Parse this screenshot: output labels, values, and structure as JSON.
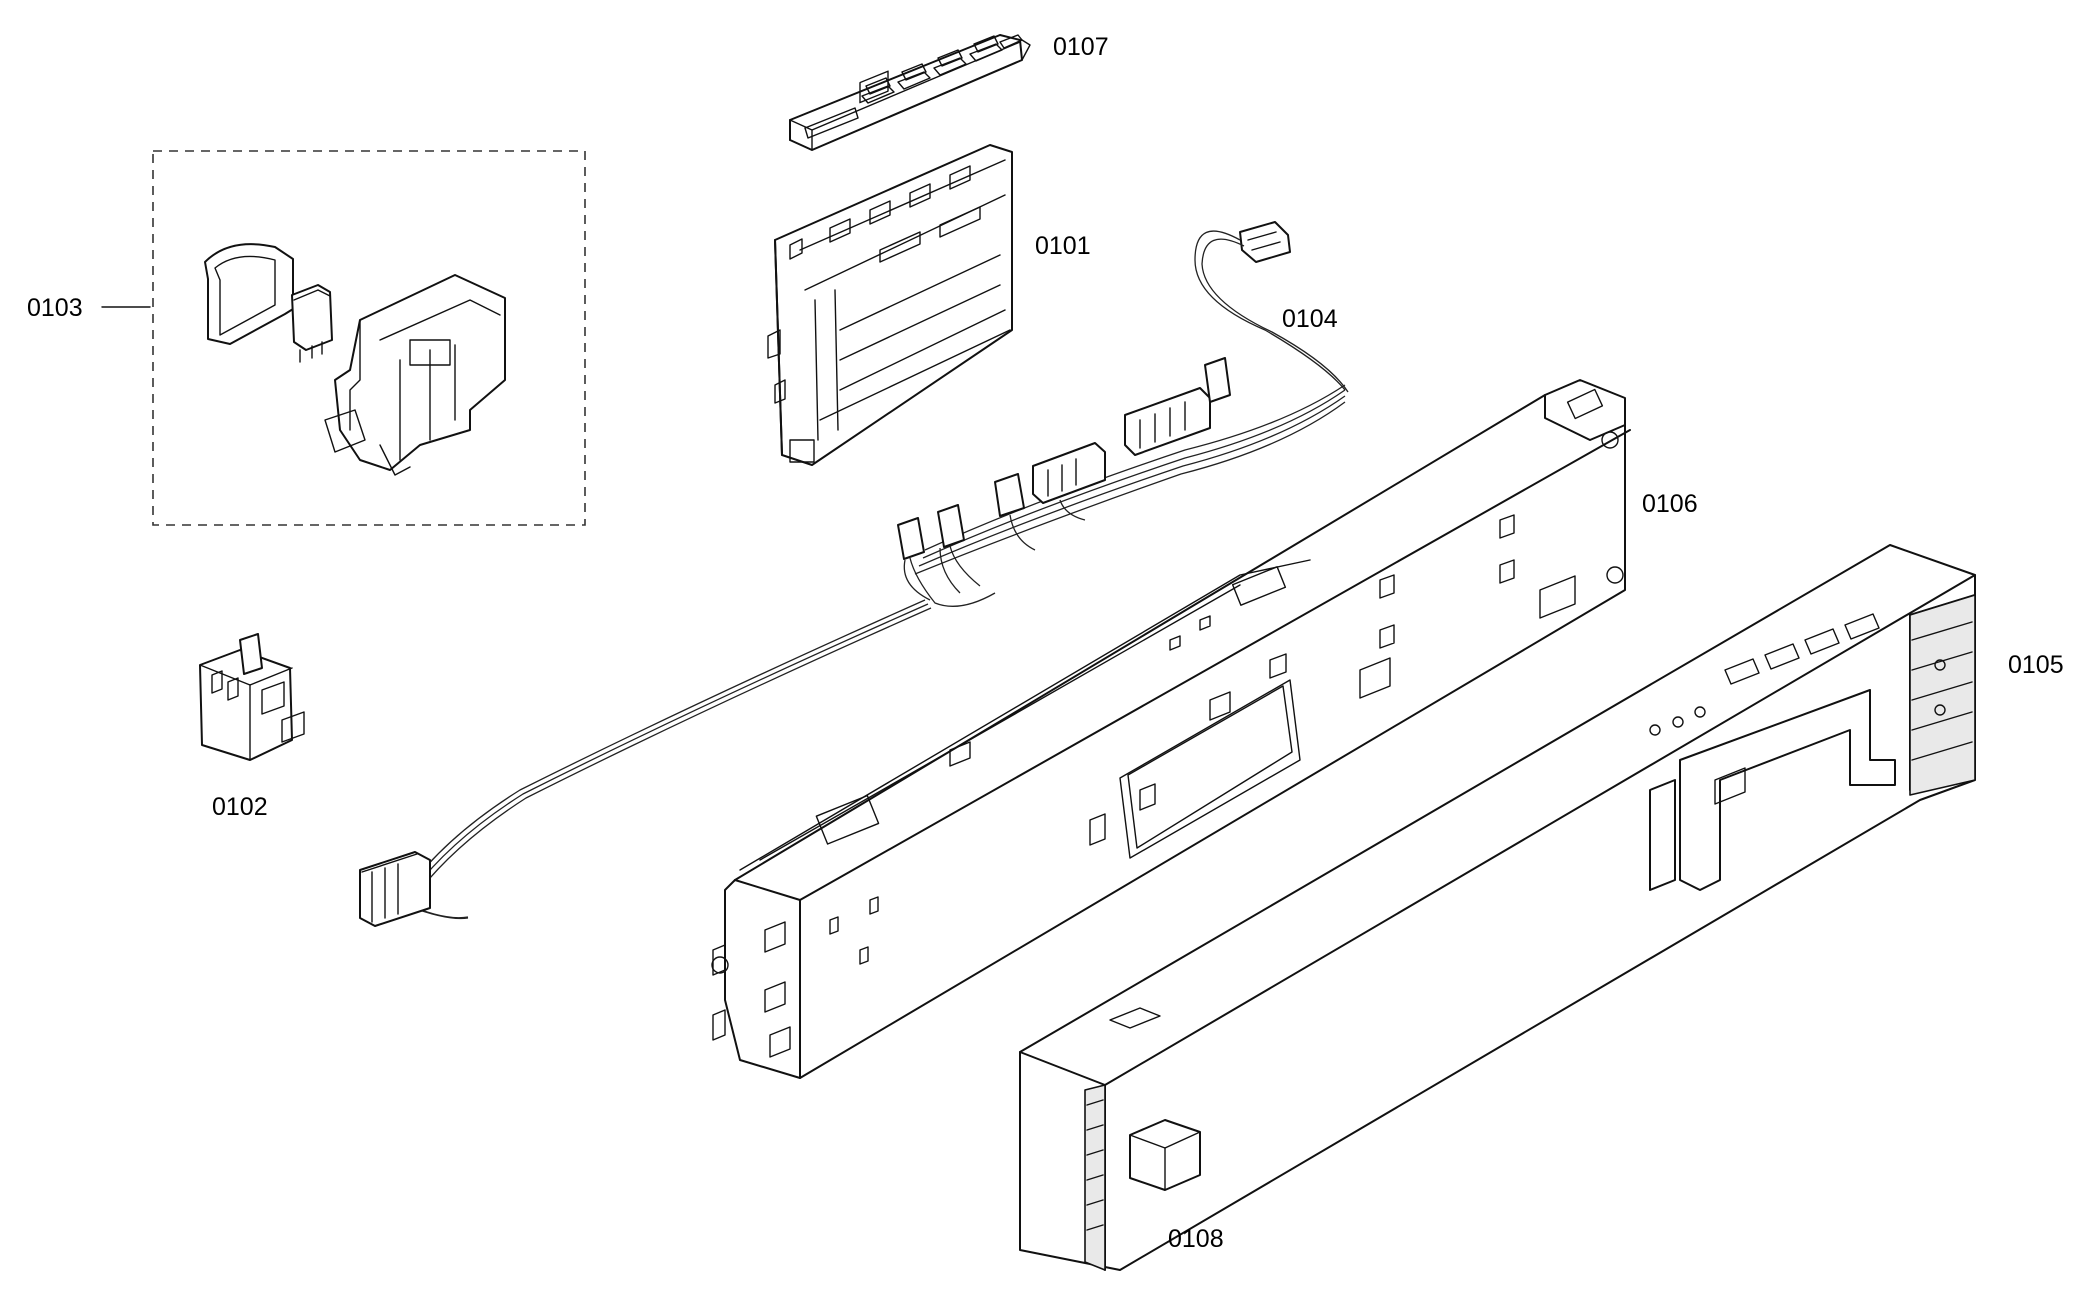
{
  "diagram": {
    "type": "exploded parts diagram",
    "parts": [
      {
        "id": "p0101",
        "label": "0101"
      },
      {
        "id": "p0102",
        "label": "0102"
      },
      {
        "id": "p0103",
        "label": "0103"
      },
      {
        "id": "p0104",
        "label": "0104"
      },
      {
        "id": "p0105",
        "label": "0105"
      },
      {
        "id": "p0106",
        "label": "0106"
      },
      {
        "id": "p0107",
        "label": "0107"
      },
      {
        "id": "p0108",
        "label": "0108"
      }
    ]
  }
}
